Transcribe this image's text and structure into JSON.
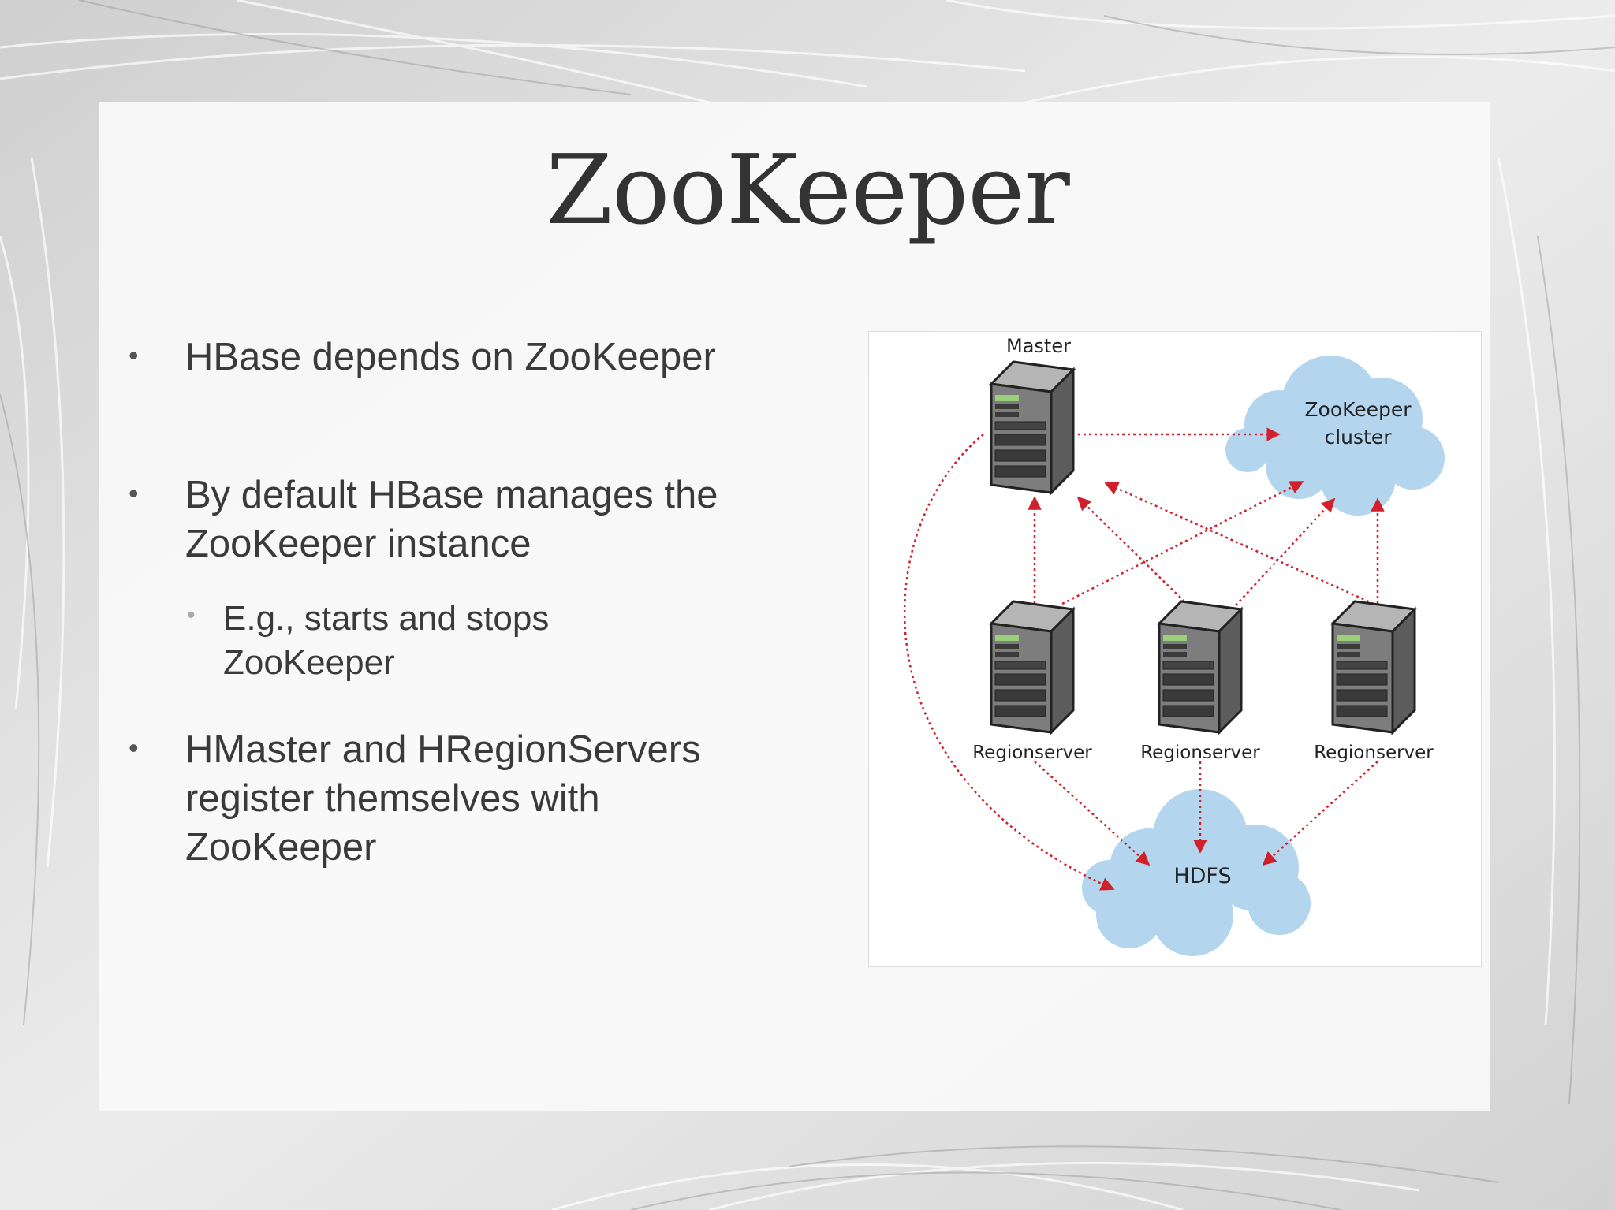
{
  "slide": {
    "title": "ZooKeeper",
    "bullets": [
      {
        "text": "HBase depends on ZooKeeper"
      },
      {
        "text": "By default HBase manages the ZooKeeper instance"
      },
      {
        "text": "HMaster and HRegionServers register themselves with ZooKeeper"
      }
    ],
    "sub_bullets": [
      {
        "text": "E.g., starts and stops ZooKeeper"
      }
    ]
  },
  "diagram": {
    "master_label": "Master",
    "zookeeper_label_line1": "ZooKeeper",
    "zookeeper_label_line2": "cluster",
    "regionserver_labels": [
      "Regionserver",
      "Regionserver",
      "Regionserver"
    ],
    "hdfs_label": "HDFS",
    "colors": {
      "arrow": "#d0202a",
      "cloud": "#b3d5ee",
      "server": "#7a7a7a"
    }
  }
}
